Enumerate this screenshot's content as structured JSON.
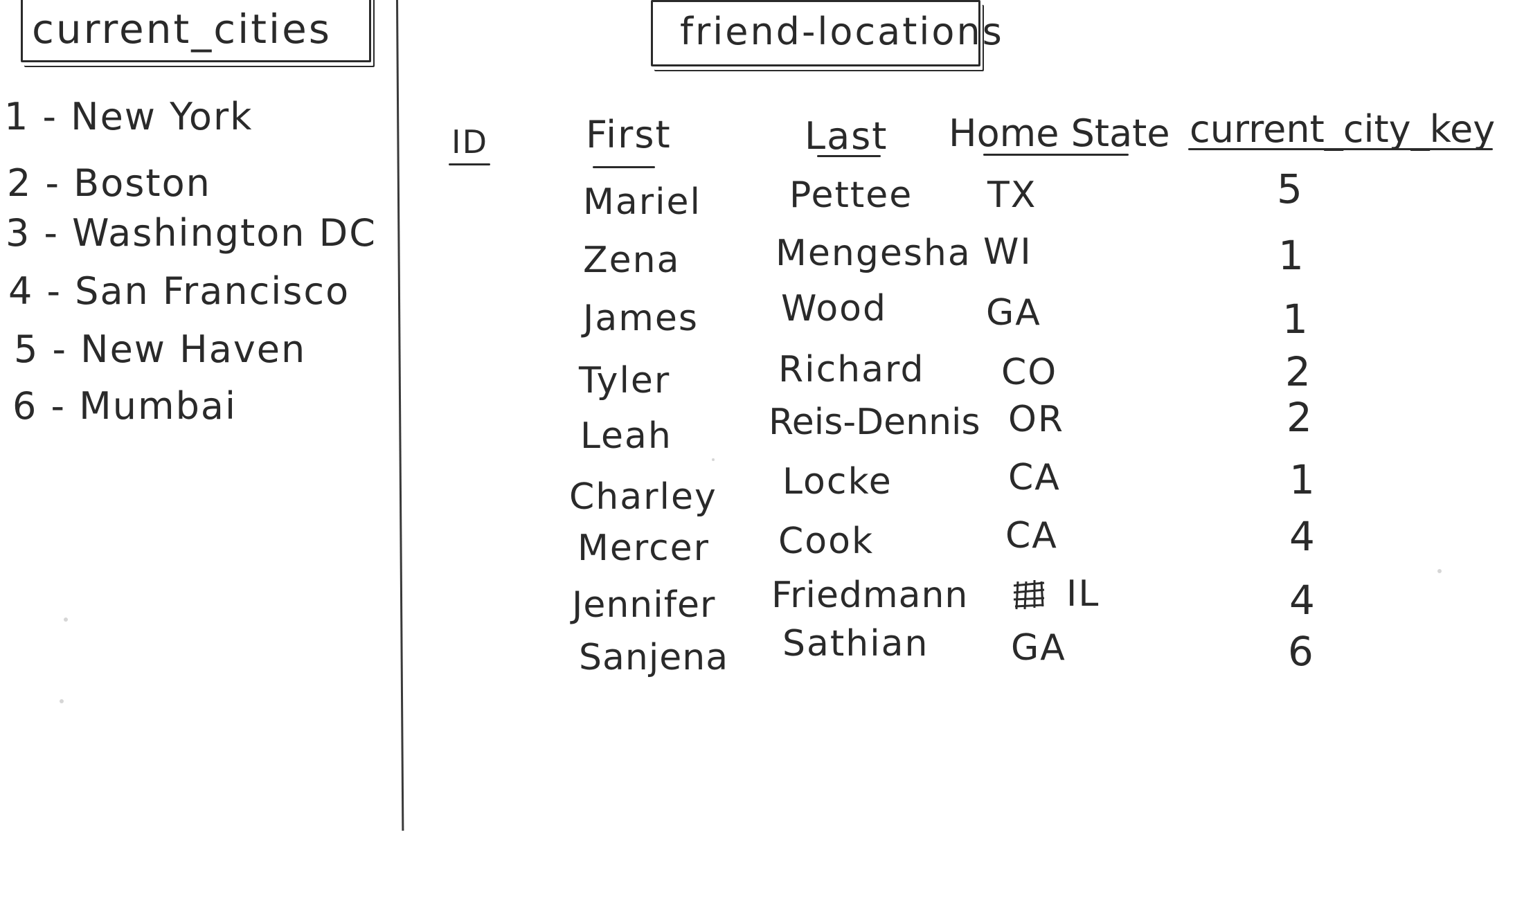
{
  "cities_table": {
    "title": "current_cities",
    "items": [
      "1 - New York",
      "2 - Boston",
      "3 - Washington DC",
      "4 - San Francisco",
      "5 - New Haven",
      "6 - Mumbai"
    ]
  },
  "friends_table": {
    "title": "friend-locations",
    "headers": [
      "ID",
      "First",
      "Last",
      "Home State",
      "current_city_key"
    ],
    "rows": [
      {
        "first": "Mariel",
        "last": "Pettee",
        "state": "TX",
        "key": "5"
      },
      {
        "first": "Zena",
        "last": "Mengesha",
        "state": "WI",
        "key": "1"
      },
      {
        "first": "James",
        "last": "Wood",
        "state": "GA",
        "key": "1"
      },
      {
        "first": "Tyler",
        "last": "Richard",
        "state": "CO",
        "key": "2"
      },
      {
        "first": "Leah",
        "last": "Reis-Dennis",
        "state": "OR",
        "key": "2"
      },
      {
        "first": "Charley",
        "last": "Locke",
        "state": "CA",
        "key": "1"
      },
      {
        "first": "Mercer",
        "last": "Cook",
        "state": "CA",
        "key": "4"
      },
      {
        "first": "Jennifer",
        "last": "Friedmann",
        "state": "IL",
        "key": "4"
      },
      {
        "first": "Sanjena",
        "last": "Sathian",
        "state": "GA",
        "key": "6"
      }
    ]
  }
}
